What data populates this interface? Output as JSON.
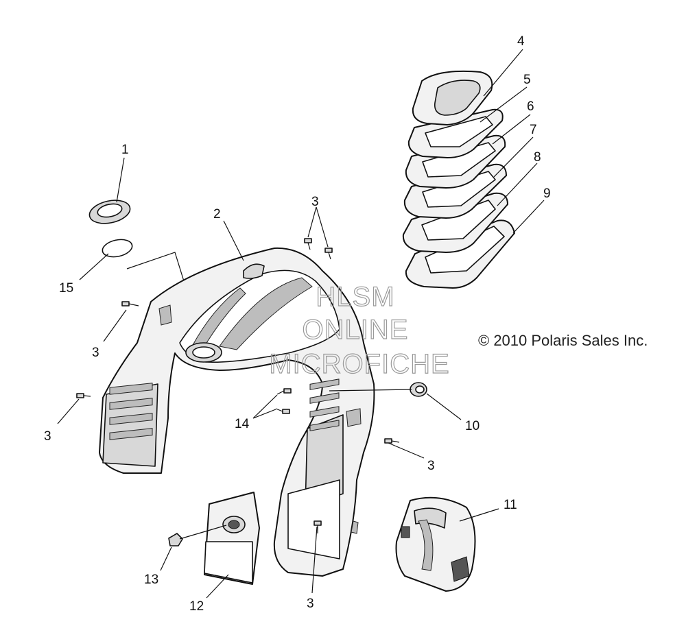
{
  "copyright": "© 2010 Polaris Sales Inc.",
  "watermark": [
    "HLSM",
    "ONLINE",
    "MICROFICHE"
  ],
  "callouts": [
    "1",
    "2",
    "3",
    "3",
    "3",
    "3",
    "3",
    "4",
    "5",
    "6",
    "7",
    "8",
    "9",
    "10",
    "11",
    "12",
    "13",
    "14",
    "15"
  ]
}
